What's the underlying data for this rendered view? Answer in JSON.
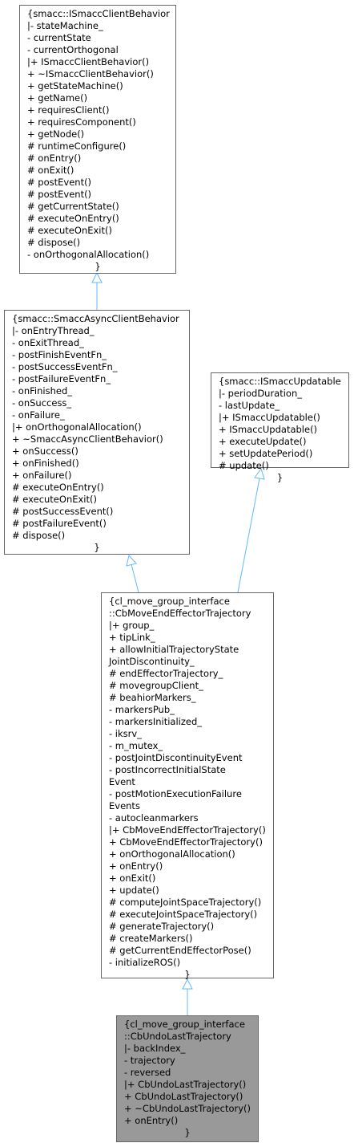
{
  "colors": {
    "node_border": "#666666",
    "node_fill": "#ffffff",
    "focus_fill": "#999999",
    "edge": "#63b8ff"
  },
  "nodes": [
    {
      "id": "ismacc_client_behavior",
      "lines": [
        "{smacc::ISmaccClientBehavior",
        "|- stateMachine_",
        "- currentState",
        "- currentOrthogonal",
        "|+ ISmaccClientBehavior()",
        "+ ~ISmaccClientBehavior()",
        "+ getStateMachine()",
        "+ getName()",
        "+ requiresClient()",
        "+ requiresComponent()",
        "+ getNode()",
        "# runtimeConfigure()",
        "# onEntry()",
        "# onExit()",
        "# postEvent()",
        "# postEvent()",
        "# getCurrentState()",
        "# executeOnEntry()",
        "# executeOnExit()",
        "# dispose()",
        "- onOrthogonalAllocation()",
        "}"
      ]
    },
    {
      "id": "smacc_async_client_behavior",
      "lines": [
        "{smacc::SmaccAsyncClientBehavior",
        "|- onEntryThread_",
        "- onExitThread_",
        "- postFinishEventFn_",
        "- postSuccessEventFn_",
        "- postFailureEventFn_",
        "- onFinished_",
        "- onSuccess_",
        "- onFailure_",
        "|+ onOrthogonalAllocation()",
        "+ ~SmaccAsyncClientBehavior()",
        "+ onSuccess()",
        "+ onFinished()",
        "+ onFailure()",
        "# executeOnEntry()",
        "# executeOnExit()",
        "# postSuccessEvent()",
        "# postFailureEvent()",
        "# dispose()",
        "}"
      ]
    },
    {
      "id": "ismacc_updatable",
      "lines": [
        "{smacc::ISmaccUpdatable",
        "|- periodDuration_",
        "- lastUpdate_",
        "|+ ISmaccUpdatable()",
        "+ ISmaccUpdatable()",
        "+ executeUpdate()",
        "+ setUpdatePeriod()",
        "# update()",
        "}"
      ]
    },
    {
      "id": "cb_move_end_effector_trajectory",
      "lines": [
        "{cl_move_group_interface",
        "::CbMoveEndEffectorTrajectory",
        "|+ group_",
        "+ tipLink_",
        "+ allowInitialTrajectoryState",
        "JointDiscontinuity_",
        "# endEffectorTrajectory_",
        "# movegroupClient_",
        "# beahiorMarkers_",
        "- markersPub_",
        "- markersInitialized_",
        "- iksrv_",
        "- m_mutex_",
        "- postJointDiscontinuityEvent",
        "- postIncorrectInitialState",
        "Event",
        "- postMotionExecutionFailure",
        "Events",
        "- autocleanmarkers",
        "|+ CbMoveEndEffectorTrajectory()",
        "+ CbMoveEndEffectorTrajectory()",
        "+ onOrthogonalAllocation()",
        "+ onEntry()",
        "+ onExit()",
        "+ update()",
        "# computeJointSpaceTrajectory()",
        "# executeJointSpaceTrajectory()",
        "# generateTrajectory()",
        "# createMarkers()",
        "# getCurrentEndEffectorPose()",
        "- initializeROS()",
        "}"
      ]
    },
    {
      "id": "cb_undo_last_trajectory",
      "lines": [
        "{cl_move_group_interface",
        "::CbUndoLastTrajectory",
        "|- backIndex_",
        "- trajectory",
        "- reversed",
        "|+ CbUndoLastTrajectory()",
        "+ CbUndoLastTrajectory()",
        "+ ~CbUndoLastTrajectory()",
        "+ onEntry()",
        "}"
      ]
    }
  ]
}
